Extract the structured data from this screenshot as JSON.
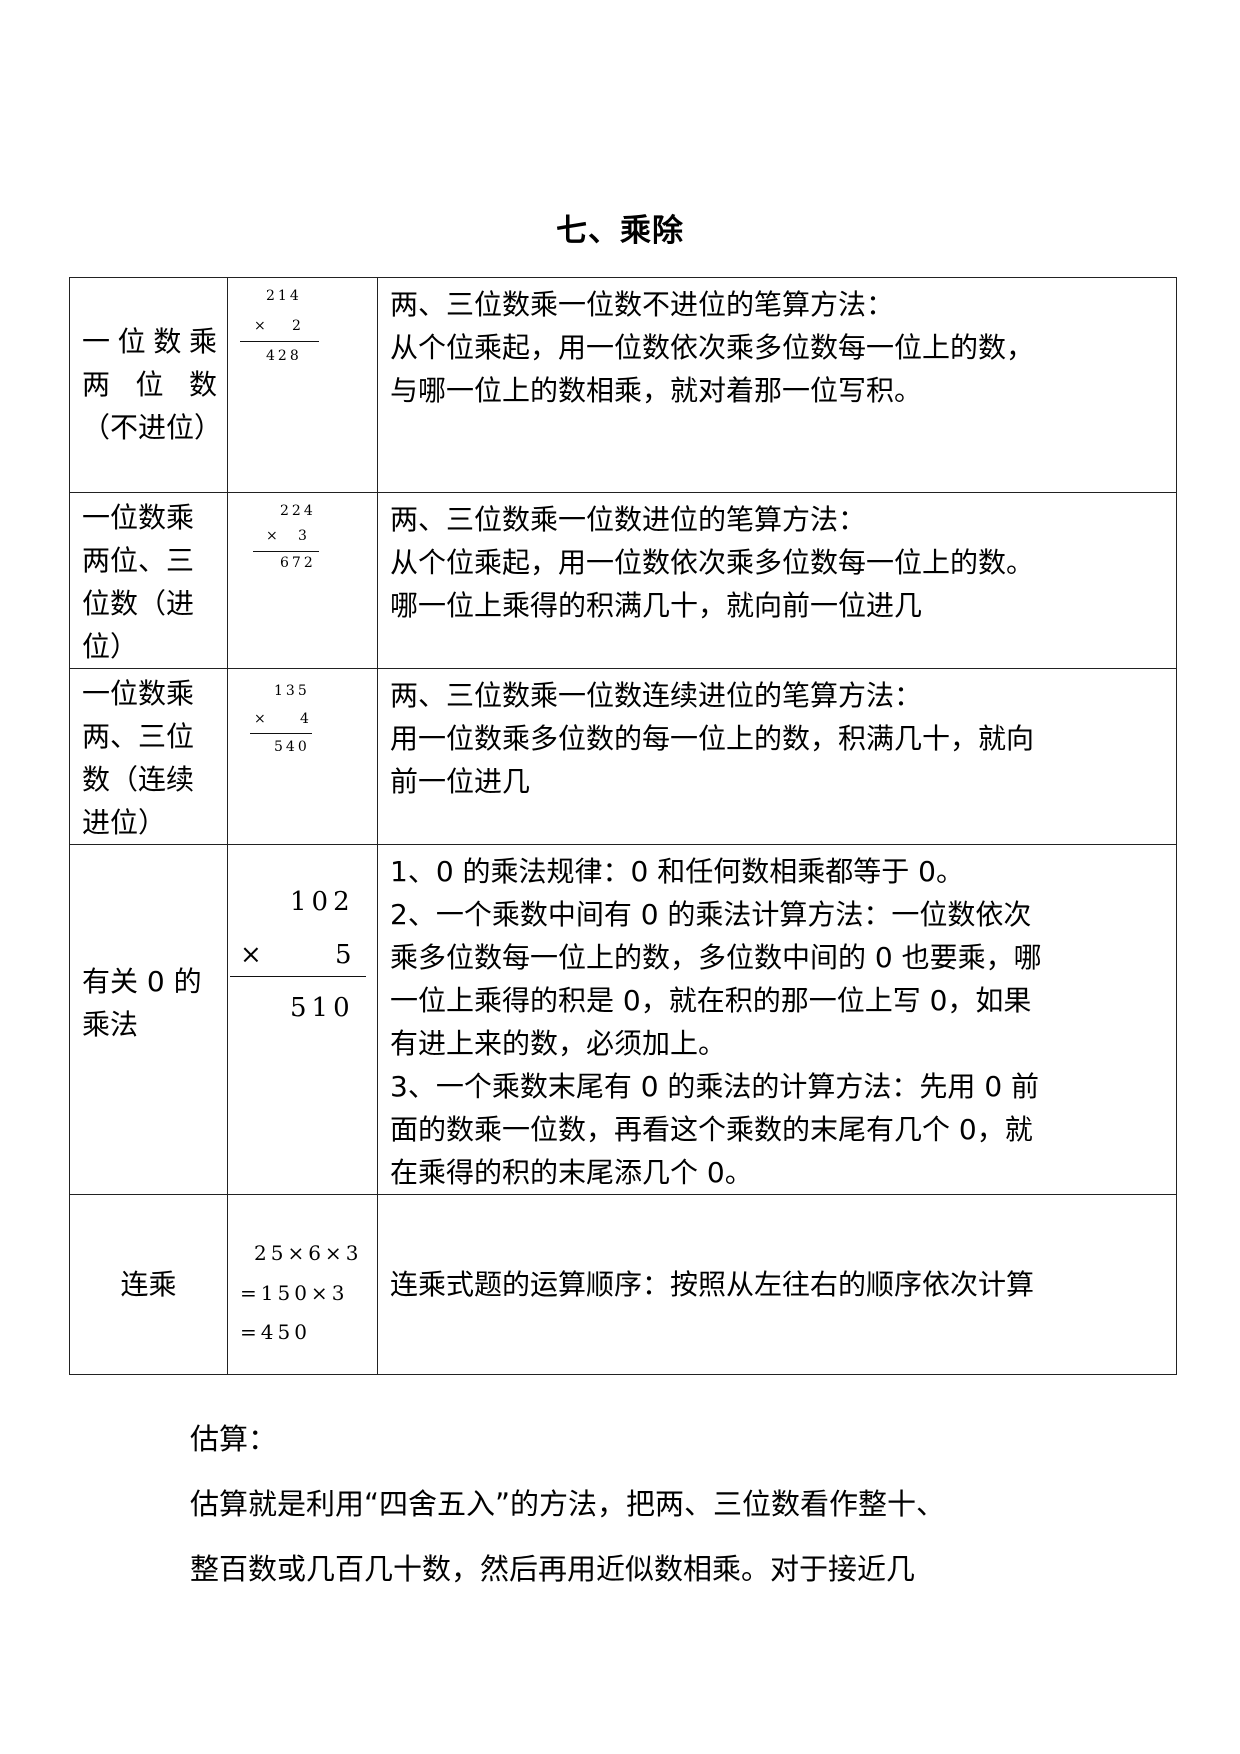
{
  "title": "七、乘除",
  "table": {
    "rows": [
      {
        "category": "一位数乘两位数（不进位）",
        "example": {
          "multiplicand": "214",
          "op": "×",
          "multiplier": "2",
          "product": "428"
        },
        "description": [
          "两、三位数乘一位数不进位的笔算方法：",
          "从个位乘起，用一位数依次乘多位数每一位上的数，",
          "与哪一位上的数相乘，就对着那一位写积。"
        ]
      },
      {
        "category": "一位数乘两位、三位数（进位）",
        "example": {
          "multiplicand": "224",
          "op": "×",
          "multiplier": "3",
          "product": "672"
        },
        "description": [
          "两、三位数乘一位数进位的笔算方法：",
          "从个位乘起，用一位数依次乘多位数每一位上的数。",
          "哪一位上乘得的积满几十，就向前一位进几"
        ]
      },
      {
        "category": "一位数乘两、三位数（连续进位）",
        "example": {
          "multiplicand": "135",
          "op": "×",
          "multiplier": "4",
          "product": "540"
        },
        "description": [
          "两、三位数乘一位数连续进位的笔算方法：",
          "用一位数乘多位数的每一位上的数，积满几十，就向",
          "前一位进几"
        ]
      },
      {
        "category": "有关 0 的乘法",
        "example": {
          "multiplicand": "102",
          "op": "×",
          "multiplier": "5",
          "product": "510"
        },
        "description": [
          "1、0 的乘法规律：0 和任何数相乘都等于 0。",
          "2、一个乘数中间有 0 的乘法计算方法：一位数依次",
          "乘多位数每一位上的数，多位数中间的 0 也要乘，哪",
          "一位上乘得的积是 0，就在积的那一位上写 0，如果",
          "有进上来的数，必须加上。",
          "3、一个乘数末尾有 0 的乘法的计算方法：先用 0 前",
          "面的数乘一位数，再看这个乘数的末尾有几个 0，就",
          "在乘得的积的末尾添几个 0。"
        ]
      },
      {
        "category": "连乘",
        "example": {
          "line1": "25×6×3",
          "line2": "=150×3",
          "line3": "=450"
        },
        "description": [
          "连乘式题的运算顺序：按照从左往右的顺序依次计算"
        ]
      }
    ]
  },
  "estimation": {
    "heading": "估算：",
    "lines": [
      "估算就是利用“四舍五入”的方法，把两、三位数看作整十、",
      "整百数或几百几十数，然后再用近似数相乘。对于接近几"
    ]
  }
}
